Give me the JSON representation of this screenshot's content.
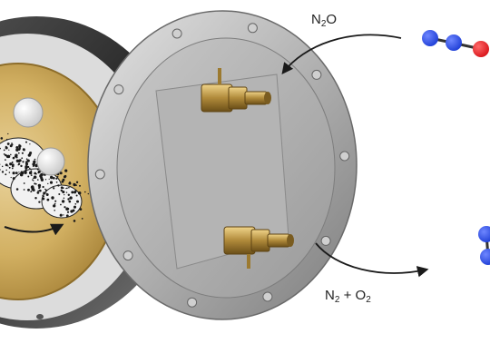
{
  "labels": {
    "input": {
      "text": "N",
      "sub": "2",
      "tail": "O"
    },
    "output": {
      "a": "N",
      "a_sub": "2",
      "plus": " + ",
      "b": "O",
      "b_sub": "2"
    }
  },
  "colors": {
    "nitrogen_atom": "#1f3fd6",
    "oxygen_atom": "#d8141a",
    "catalyst_gold": "#c9a54e",
    "flange_steel": "#a8a8a8",
    "brass_fitting": "#b08a3a",
    "arrow": "#1a1a1a"
  },
  "icons": {
    "inlet_molecule": "n2o-molecule-icon",
    "outlet_molecule": "n2-molecule-icon"
  }
}
